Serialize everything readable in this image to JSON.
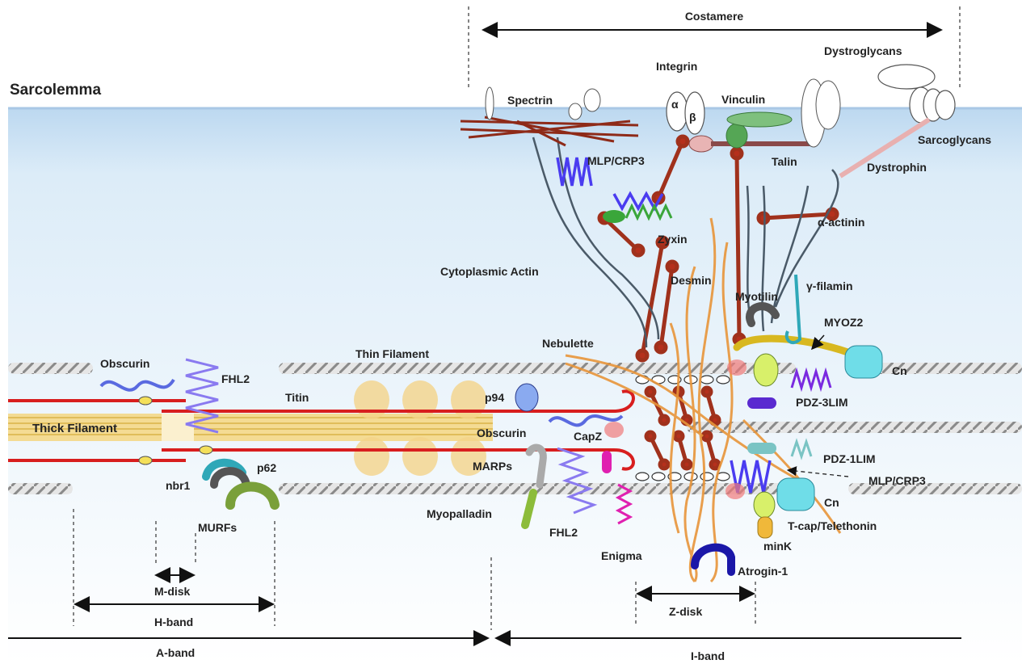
{
  "labels": {
    "sarcolemma": "Sarcolemma",
    "costamere": "Costamere",
    "integrin": "Integrin",
    "dystroglycans": "Dystroglycans",
    "spectrin": "Spectrin",
    "vinculin": "Vinculin",
    "alpha": "α",
    "beta": "β",
    "sarcoglycans": "Sarcoglycans",
    "mlp_crp3_top": "MLP/CRP3",
    "talin": "Talin",
    "dystrophin": "Dystrophin",
    "zyxin": "Zyxin",
    "alpha_actinin": "α-actinin",
    "cytoplasmic_actin": "Cytoplasmic Actin",
    "desmin": "Desmin",
    "myotilin": "Myotilin",
    "gamma_filamin": "γ-filamin",
    "myoz2": "MYOZ2",
    "nebulette": "Nebulette",
    "thin_filament": "Thin Filament",
    "obscurin_left": "Obscurin",
    "fhl2_left": "FHL2",
    "titin": "Titin",
    "thick_filament": "Thick Filament",
    "p94": "p94",
    "cn_top": "Cn",
    "pdz_3lim": "PDZ-3LIM",
    "obscurin_mid": "Obscurin",
    "capz": "CapZ",
    "marps": "MARPs",
    "pdz_1lim": "PDZ-1LIM",
    "mlp_crp3_bottom": "MLP/CRP3",
    "nbr1": "nbr1",
    "p62": "p62",
    "murfs": "MURFs",
    "myopalladin": "Myopalladin",
    "fhl2_mid": "FHL2",
    "enigma": "Enigma",
    "cn_bottom": "Cn",
    "tcap": "T-cap/Telethonin",
    "mink": "minK",
    "atrogin": "Atrogin-1",
    "m_disk": "M-disk",
    "h_band": "H-band",
    "z_disk": "Z-disk",
    "a_band": "A-band",
    "i_band": "I-band"
  },
  "colors": {
    "membrane": "#cfe4f5",
    "titin": "#d81e1e",
    "thick_filament": "#f2d68a",
    "actin": "#a0311c",
    "desmin": "#e8953a",
    "lim_blue": "#4a3cf0",
    "zyxin_green": "#3aa63a",
    "pdz_teal": "#7ac4c4",
    "enigma_magenta": "#e020b0",
    "cn_cyan": "#6fdde8",
    "myoz2_gold": "#d8b820",
    "atrogin_navy": "#1b17a8",
    "murf_green": "#7aa03a",
    "nbr1_teal": "#2fa8b8"
  }
}
